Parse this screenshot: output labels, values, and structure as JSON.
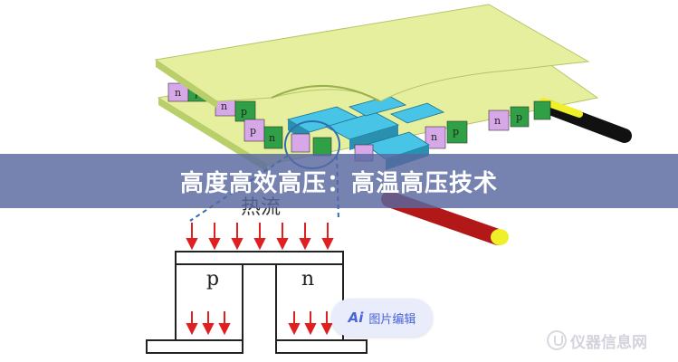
{
  "banner": {
    "title": "高度高效高压：高温高压技术"
  },
  "diagram": {
    "heat_flow_label": "热流",
    "p_label": "p",
    "n_label": "n",
    "module_n_letter": "n",
    "module_p_letter": "p"
  },
  "ai_button": {
    "label": "图片编辑",
    "icon": "Ai"
  },
  "watermark": {
    "text": "仪器信息网"
  },
  "colors": {
    "plate": "#e8f0a0",
    "green_block": "#2fa046",
    "purple_block": "#d7a8e8",
    "blue_block": "#47c4e6",
    "arrow_red": "#e02020",
    "banner": "#5868a0",
    "accent": "#4a63d9"
  }
}
